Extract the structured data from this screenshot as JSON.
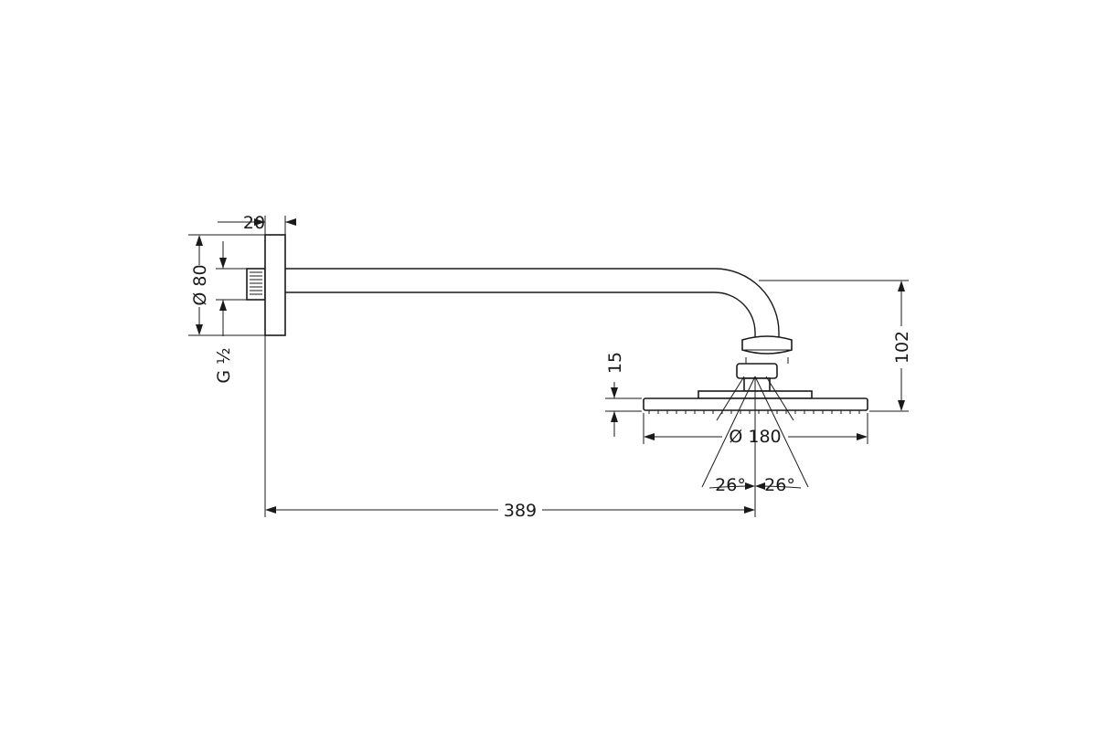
{
  "drawing": {
    "labels": {
      "flange_thickness": "20",
      "flange_diameter": "Ø 80",
      "thread": "G ½",
      "arm_projection": "389",
      "drop_height": "102",
      "head_thickness": "15",
      "head_diameter": "Ø 180",
      "tilt_left": "26°",
      "tilt_right": "26°"
    }
  }
}
